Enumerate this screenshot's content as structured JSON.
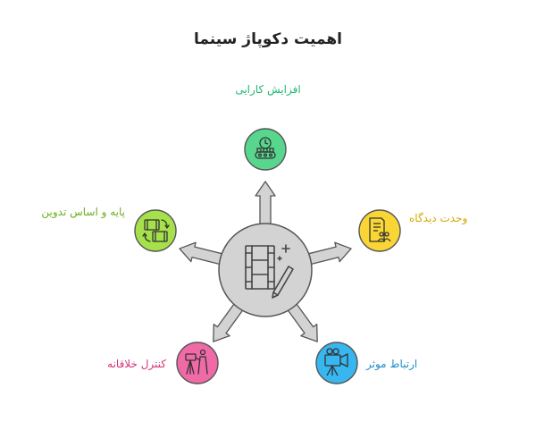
{
  "title": "اهمیت دکوپاژ سینما",
  "center": {
    "icon": "film-edit-icon"
  },
  "items": [
    {
      "id": "top",
      "label": "افزایش کارایی",
      "icon": "production-line-icon",
      "color": "#22b573"
    },
    {
      "id": "right",
      "label": "وحدت دیدگاه",
      "icon": "document-team-icon",
      "color": "#d4a900"
    },
    {
      "id": "bottom-right",
      "label": "ارتباط موثر",
      "icon": "film-camera-icon",
      "color": "#1e8fc9"
    },
    {
      "id": "bottom-left",
      "label": "کنترل خلاقانه",
      "icon": "director-camera-icon",
      "color": "#d6337a"
    },
    {
      "id": "left",
      "label": "پایه و اساس تدوین",
      "icon": "film-reel-cycle-icon",
      "color": "#6fae1e"
    }
  ],
  "colors": {
    "hub_fill": "#d3d3d3",
    "stroke": "#555555",
    "top_fill": "#58d68d",
    "right_fill": "#f9d535",
    "bottom_right_fill": "#37b6f0",
    "bottom_left_fill": "#f06aa7",
    "left_fill": "#a6e14c"
  }
}
